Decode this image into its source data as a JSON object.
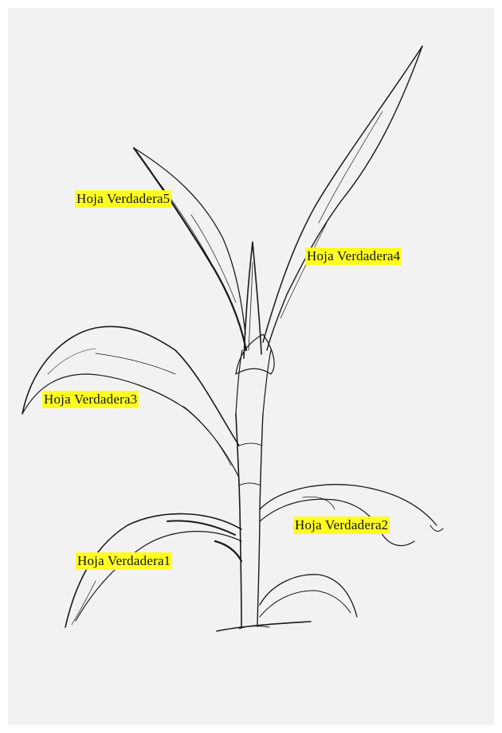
{
  "labels": {
    "leaf5": "Hoja Verdadera5",
    "leaf4": "Hoja Verdadera4",
    "leaf3": "Hoja Verdadera3",
    "leaf2": "Hoja Verdadera2",
    "leaf1": "Hoja Verdadera1"
  },
  "colors": {
    "label_highlight": "#ffff22",
    "ink": "#1a1a1a",
    "background": "#f2f2f2"
  }
}
